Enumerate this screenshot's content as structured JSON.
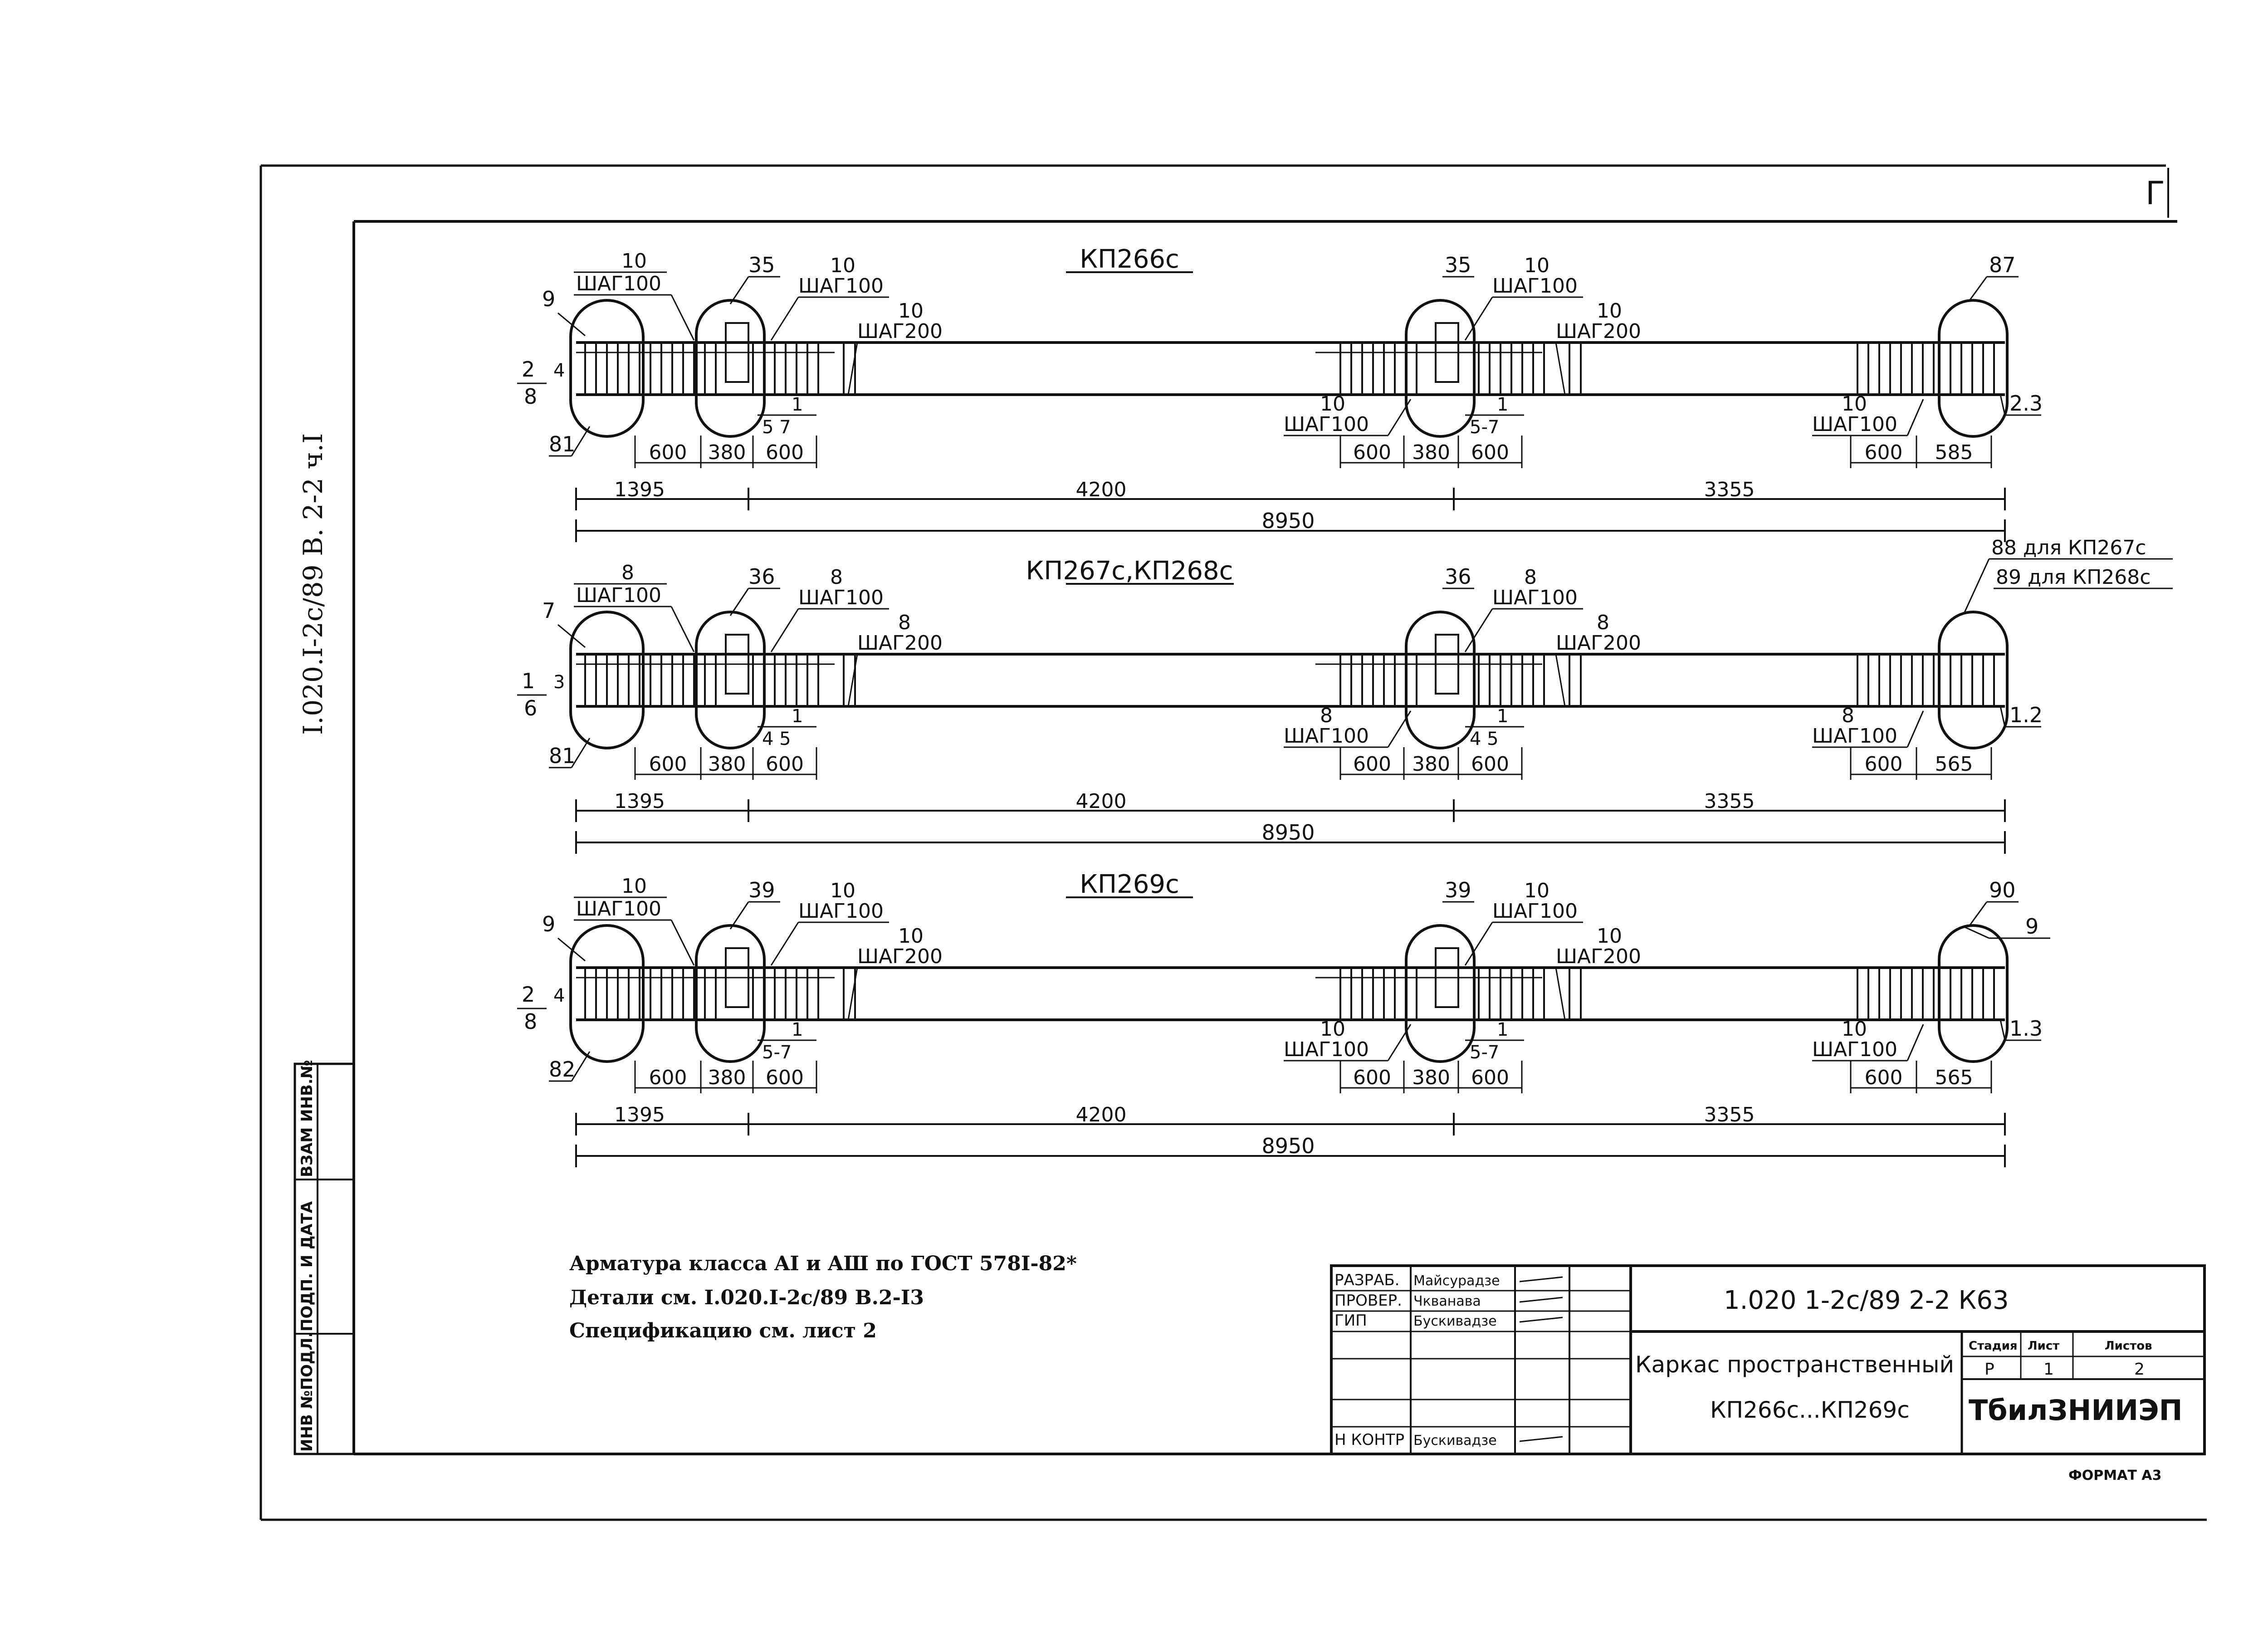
{
  "page_corner_mark": "Г",
  "side_label": "I.020.I-2c/89 В. 2-2 ч.I",
  "left_stamp": {
    "inv_no_orig": "ИНВ №ПОДЛ.",
    "sign_date": "ПОДП. И ДАТА",
    "inv_no_repl": "ВЗАМ ИНВ.№"
  },
  "frames": [
    {
      "title": "КП266с",
      "sep_top": "10",
      "sep_top_pitch": "ШАГ100",
      "sep_mid": "10",
      "sep_mid_pitch": "ШАГ200",
      "left_joint": "35",
      "left_joint_sep": "10",
      "left_joint_pitch": "ШАГ100",
      "mid_joint": "35",
      "mid_joint_sep": "10",
      "mid_joint_pitch": "ШАГ100",
      "left_bar_label": "9",
      "left_ratio_top": "2",
      "left_ratio_mid": "4",
      "left_ratio_bot": "8",
      "left_bottom_mark": "81",
      "left_sub_label": "1",
      "left_sub_label2": "5 7",
      "mid_sep_below": "10",
      "mid_pitch_below": "ШАГ100",
      "mid_sub_label": "1",
      "mid_sub_label2": "5-7",
      "right_sep_below": "10",
      "right_pitch_below": "ШАГ100",
      "right_top_mark": "87",
      "right_side_mark": "2.3",
      "right_note_1": "",
      "right_note_2": "",
      "dims_small_left": [
        "600",
        "380",
        "600"
      ],
      "dims_small_mid": [
        "600",
        "380",
        "600"
      ],
      "dims_small_right": [
        "600",
        "585"
      ],
      "dims_segments": [
        "1395",
        "4200",
        "3355"
      ],
      "dim_total": "8950"
    },
    {
      "title": "КП267с,КП268с",
      "sep_top": "8",
      "sep_top_pitch": "ШАГ100",
      "sep_mid": "8",
      "sep_mid_pitch": "ШАГ200",
      "left_joint": "36",
      "left_joint_sep": "8",
      "left_joint_pitch": "ШАГ100",
      "mid_joint": "36",
      "mid_joint_sep": "8",
      "mid_joint_pitch": "ШАГ100",
      "left_bar_label": "7",
      "left_ratio_top": "1",
      "left_ratio_mid": "3",
      "left_ratio_bot": "6",
      "left_bottom_mark": "81",
      "left_sub_label": "1",
      "left_sub_label2": "4 5",
      "mid_sep_below": "8",
      "mid_pitch_below": "ШАГ100",
      "mid_sub_label": "1",
      "mid_sub_label2": "4 5",
      "right_sep_below": "8",
      "right_pitch_below": "ШАГ100",
      "right_top_mark": "",
      "right_side_mark": "1.2",
      "right_note_1": "88 для КП267с",
      "right_note_2": "89 для КП268с",
      "dims_small_left": [
        "600",
        "380",
        "600"
      ],
      "dims_small_mid": [
        "600",
        "380",
        "600"
      ],
      "dims_small_right": [
        "600",
        "565"
      ],
      "dims_segments": [
        "1395",
        "4200",
        "3355"
      ],
      "dim_total": "8950"
    },
    {
      "title": "КП269с",
      "sep_top": "10",
      "sep_top_pitch": "ШАГ100",
      "sep_mid": "10",
      "sep_mid_pitch": "ШАГ200",
      "left_joint": "39",
      "left_joint_sep": "10",
      "left_joint_pitch": "ШАГ100",
      "mid_joint": "39",
      "mid_joint_sep": "10",
      "mid_joint_pitch": "ШАГ100",
      "left_bar_label": "9",
      "left_ratio_top": "2",
      "left_ratio_mid": "4",
      "left_ratio_bot": "8",
      "left_bottom_mark": "82",
      "left_sub_label": "1",
      "left_sub_label2": "5-7",
      "mid_sep_below": "10",
      "mid_pitch_below": "ШАГ100",
      "mid_sub_label": "1",
      "mid_sub_label2": "5-7",
      "right_sep_below": "10",
      "right_pitch_below": "ШАГ100",
      "right_top_mark": "90",
      "right_side_mark": "1.3",
      "right_note_1": "9",
      "right_note_2": "",
      "dims_small_left": [
        "600",
        "380",
        "600"
      ],
      "dims_small_mid": [
        "600",
        "380",
        "600"
      ],
      "dims_small_right": [
        "600",
        "565"
      ],
      "dims_segments": [
        "1395",
        "4200",
        "3355"
      ],
      "dim_total": "8950"
    }
  ],
  "notes": [
    "Арматура класса AI и AШ по ГОСТ 578I-82*",
    "Детали см. I.020.I-2c/89 В.2-I3",
    "Спецификацию см. лист 2"
  ],
  "title_block": {
    "roles": [
      "РАЗРАБ.",
      "ПРОВЕР.",
      "ГИП",
      "",
      "",
      "Н КОНТР"
    ],
    "names": [
      "Майсурадзе",
      "Чкванава",
      "Бускивадзе",
      "",
      "",
      "Бускивадзе"
    ],
    "doc_code": "1.020 1-2с/89 2-2 К63",
    "title_line1": "Каркас пространственный",
    "title_line2": "КП266с...КП269с",
    "stage_hdr": "Стадия",
    "sheet_hdr": "Лист",
    "sheets_hdr": "Листов",
    "stage": "Р",
    "sheet": "1",
    "sheets": "2",
    "org": "ТбилЗНИИЭП",
    "format": "ФОРМАТ А3"
  }
}
